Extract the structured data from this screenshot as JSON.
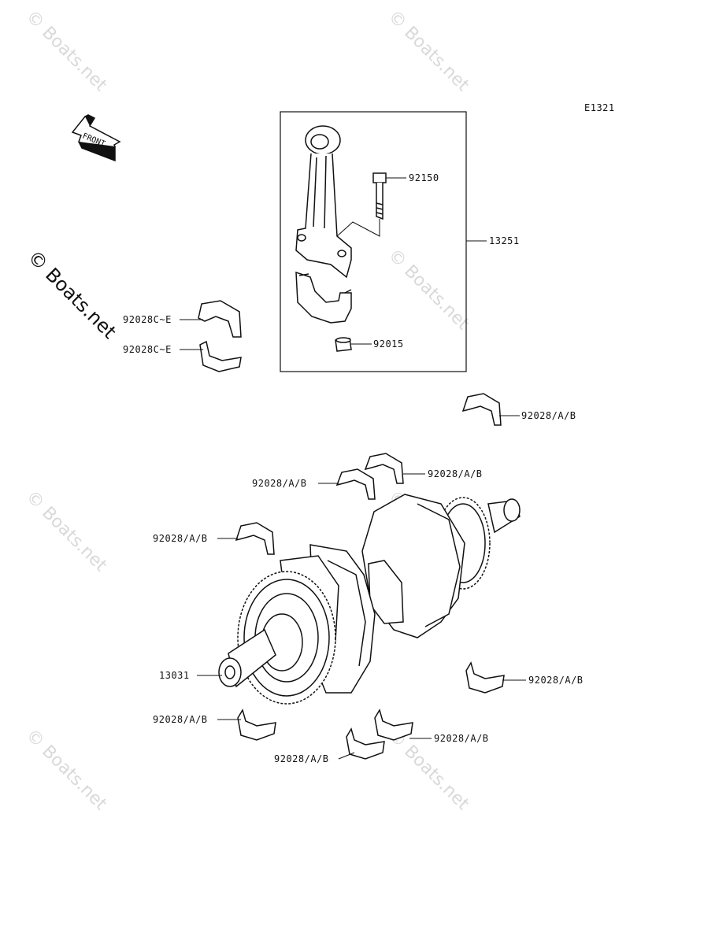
{
  "diagram": {
    "code": "E1321",
    "front_label": "FRONT",
    "watermark_text": "© Boats.net",
    "colors": {
      "ink": "#111111",
      "watermark": "#d9d9d9",
      "background": "#ffffff"
    },
    "labels": {
      "p92150": "92150",
      "p13251": "13251",
      "p92015": "92015",
      "p92028c_1": "92028C~E",
      "p92028c_2": "92028C~E",
      "p92028_1": "92028/A/B",
      "p92028_2": "92028/A/B",
      "p92028_3": "92028/A/B",
      "p92028_4": "92028/A/B",
      "p13031": "13031",
      "p92028_5": "92028/A/B",
      "p92028_6": "92028/A/B",
      "p92028_7": "92028/A/B",
      "p92028_8": "92028/A/B"
    }
  }
}
